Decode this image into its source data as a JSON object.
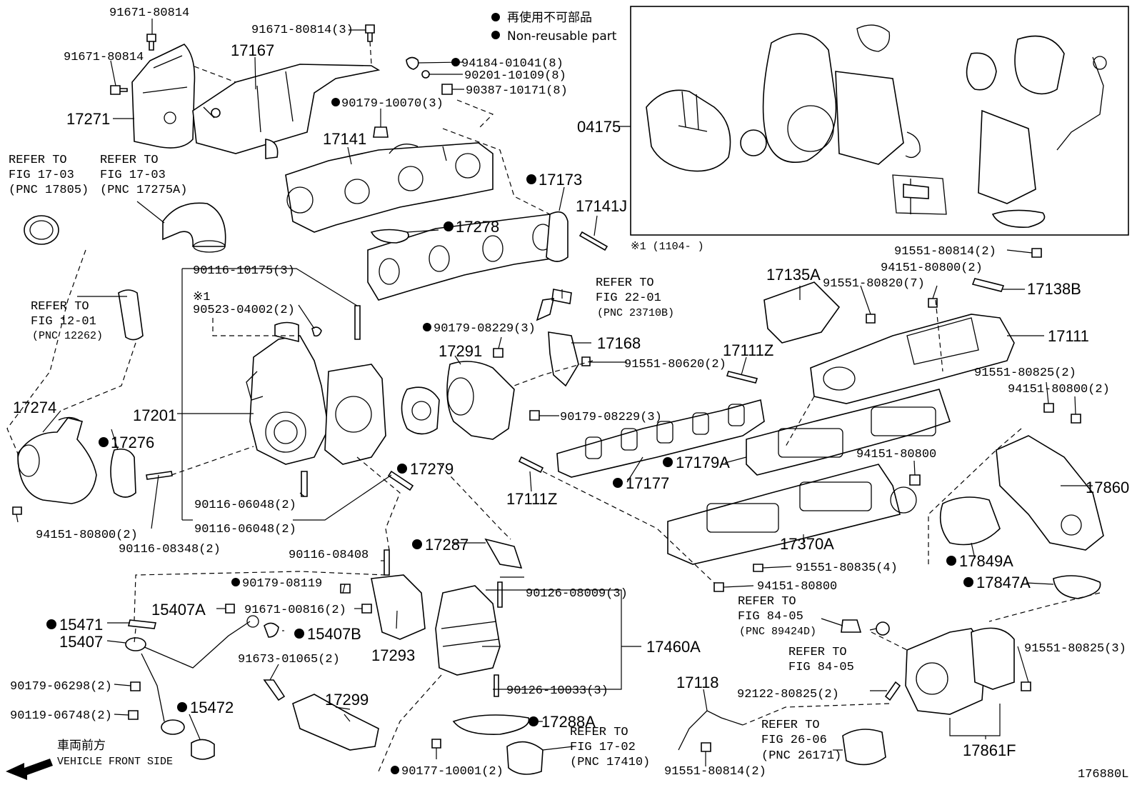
{
  "legend": {
    "line_jp": "再使用不可部品",
    "line_en": "Non-reusable part"
  },
  "kit_note": "※1 (1104-     )",
  "footer": {
    "direction_jp": "車両前方",
    "direction_en": "VEHICLE FRONT SIDE",
    "diagram_id": "176880L"
  },
  "labels": {
    "p91671_80814_top": "91671-80814",
    "p91671_80814_a": "91671-80814",
    "p91671_80814_3": "91671-80814(3)",
    "p17167": "17167",
    "p17271": "17271",
    "p94184_01041": "94184-01041(8)",
    "p90201_10109": "90201-10109(8)",
    "p90387_10171": "90387-10171(8)",
    "p90179_10070": "90179-10070(3)",
    "p17141": "17141",
    "p04175": "04175",
    "p17173": "17173",
    "p17141J": "17141J",
    "p17278": "17278",
    "p90116_10175": "90116-10175(3)",
    "p90523_04002_mark": "※1",
    "p90523_04002": "90523-04002(2)",
    "p91551_80814_2_top": "91551-80814(2)",
    "p94151_80800_2_top": "94151-80800(2)",
    "p17135A": "17135A",
    "p91551_80820": "91551-80820(7)",
    "p17138B": "17138B",
    "p17111": "17111",
    "p17168": "17168",
    "p90179_08229_a": "90179-08229(3)",
    "p17291": "17291",
    "p91551_80620": "91551-80620(2)",
    "p17111Z_a": "17111Z",
    "p91551_80825_2": "91551-80825(2)",
    "p94151_80800_2_r": "94151-80800(2)",
    "p90179_08229_b": "90179-08229(3)",
    "p17274": "17274",
    "p17201": "17201",
    "p17276": "17276",
    "p17279": "17279",
    "p17179A": "17179A",
    "p94151_80800_mid": "94151-80800",
    "p17177": "17177",
    "p17860": "17860",
    "p17111Z_b": "17111Z",
    "p90116_06048_a": "90116-06048(2)",
    "p90116_06048_b": "90116-06048(2)",
    "p94151_80800_2_l": "94151-80800(2)",
    "p90116_08348": "90116-08348(2)",
    "p17370A": "17370A",
    "p90116_08408": "90116-08408",
    "p17287": "17287",
    "p17849A": "17849A",
    "p91551_80835": "91551-80835(4)",
    "p90179_08119": "90179-08119",
    "p94151_80800_low": "94151-80800",
    "p17847A": "17847A",
    "p90126_08009": "90126-08009(3)",
    "p15407A": "15407A",
    "p91671_00816": "91671-00816(2)",
    "p15471": "15471",
    "p15407B": "15407B",
    "p15407": "15407",
    "p17293": "17293",
    "p17460A": "17460A",
    "p91551_80825_3": "91551-80825(3)",
    "p91673_01065": "91673-01065(2)",
    "p90179_06298": "90179-06298(2)",
    "p90126_10033": "90126-10033(3)",
    "p17118": "17118",
    "p92122_80825": "92122-80825(2)",
    "p15472": "15472",
    "p17299": "17299",
    "p90119_06748": "90119-06748(2)",
    "p17288A": "17288A",
    "p17861F": "17861F",
    "p90177_10001": "90177-10001(2)",
    "p91551_80814_2_bot": "91551-80814(2)"
  },
  "refers": {
    "r17805": {
      "l1": "REFER TO",
      "l2": "FIG 17-03",
      "l3": "(PNC 17805)"
    },
    "r17275A": {
      "l1": "REFER TO",
      "l2": "FIG 17-03",
      "l3": "(PNC 17275A)"
    },
    "r12262": {
      "l1": "REFER TO",
      "l2": "FIG 12-01",
      "l3": "(PNC 12262)"
    },
    "r23710B": {
      "l1": "REFER TO",
      "l2": "FIG 22-01",
      "l3": "(PNC 23710B)"
    },
    "r89424D": {
      "l1": "REFER TO",
      "l2": "FIG 84-05",
      "l3": "(PNC 89424D)"
    },
    "r84_05": {
      "l1": "REFER TO",
      "l2": "FIG 84-05"
    },
    "r26171": {
      "l1": "REFER TO",
      "l2": "FIG 26-06",
      "l3": "(PNC 26171)"
    },
    "r17410": {
      "l1": "REFER TO",
      "l2": "FIG 17-02",
      "l3": "(PNC 17410)"
    }
  }
}
